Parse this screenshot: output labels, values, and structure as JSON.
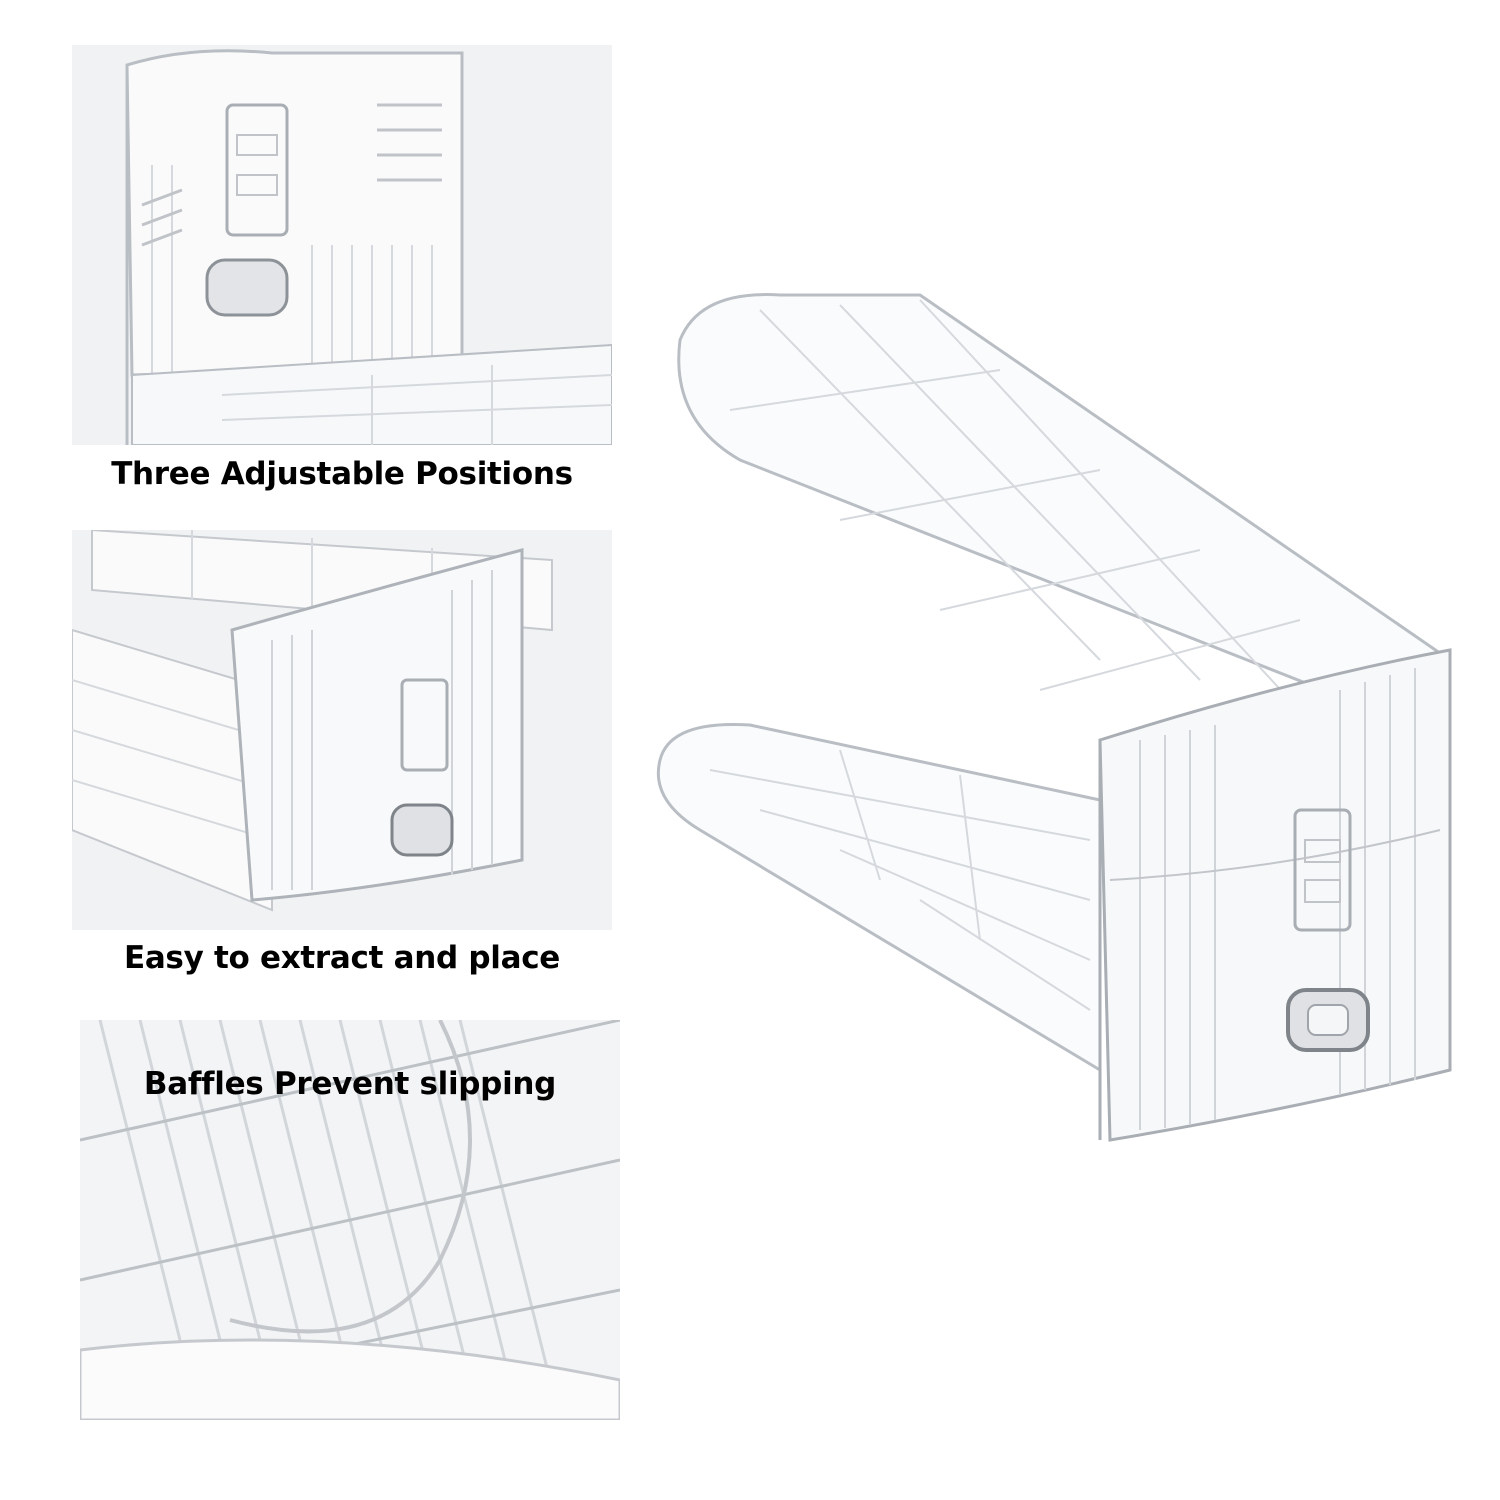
{
  "features": [
    {
      "caption": "Three Adjustable Positions",
      "image_subject": "close-up of the adjustable slot on the back wall of the shoe rack"
    },
    {
      "caption": "Easy to extract and place",
      "image_subject": "side view of the rack showing the lower and upper trays"
    },
    {
      "caption": "Baffles Prevent slipping",
      "image_subject": "close-up of the ribbed tray surface with raised baffles"
    }
  ],
  "hero": {
    "image_subject": "clear plastic adjustable double-decker shoe rack"
  },
  "colors": {
    "background": "#ffffff",
    "panel_background": "#f1f2f3",
    "caption_text": "#000000",
    "plastic_edge": "#b9bec4",
    "plastic_rib": "#d5d9dd"
  }
}
